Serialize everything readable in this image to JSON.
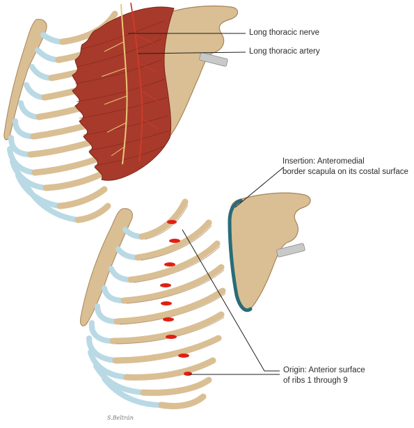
{
  "colors": {
    "muscle": "#a83a2b",
    "muscle_dark": "#7e2619",
    "bone": "#d9bf93",
    "bone_shade": "#a7845a",
    "cartilage": "#b9d9e5",
    "cartilage_shade": "#7aa9bd",
    "nerve": "#e9c978",
    "artery": "#d23a28",
    "attachment": "#e01f12",
    "insertion_edge": "#2a6b78",
    "leader": "#1e1e1e"
  },
  "labels": {
    "nerve": "Long thoracic nerve",
    "artery": "Long thoracic artery",
    "insertion": [
      "Insertion: Anteromedial",
      "border scapula on its costal surface"
    ],
    "origin": [
      "Origin: Anterior surface",
      "of ribs 1 through 9"
    ]
  },
  "signature": "S.Beltrán"
}
